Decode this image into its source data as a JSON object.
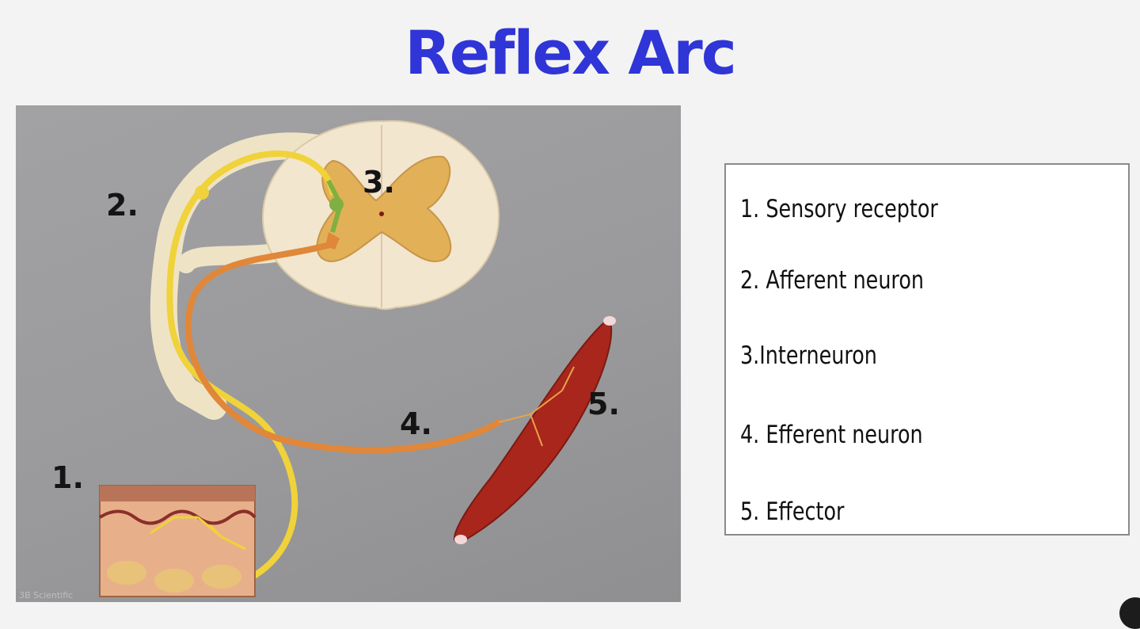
{
  "title": "Reflex Arc",
  "diagram": {
    "markers": [
      "1.",
      "2.",
      "3.",
      "4.",
      "5."
    ],
    "watermark": "3B Scientific"
  },
  "legend": {
    "items": [
      "1. Sensory receptor",
      "2. Afferent neuron",
      "3.Interneuron",
      "4. Efferent neuron",
      "5. Effector"
    ]
  },
  "colors": {
    "title": "#2f35d6",
    "afferent": "#f0d23a",
    "efferent": "#e0873a",
    "muscle": "#a8261c",
    "grey_matter": "#e2b057",
    "white_matter": "#f3e6cf"
  }
}
